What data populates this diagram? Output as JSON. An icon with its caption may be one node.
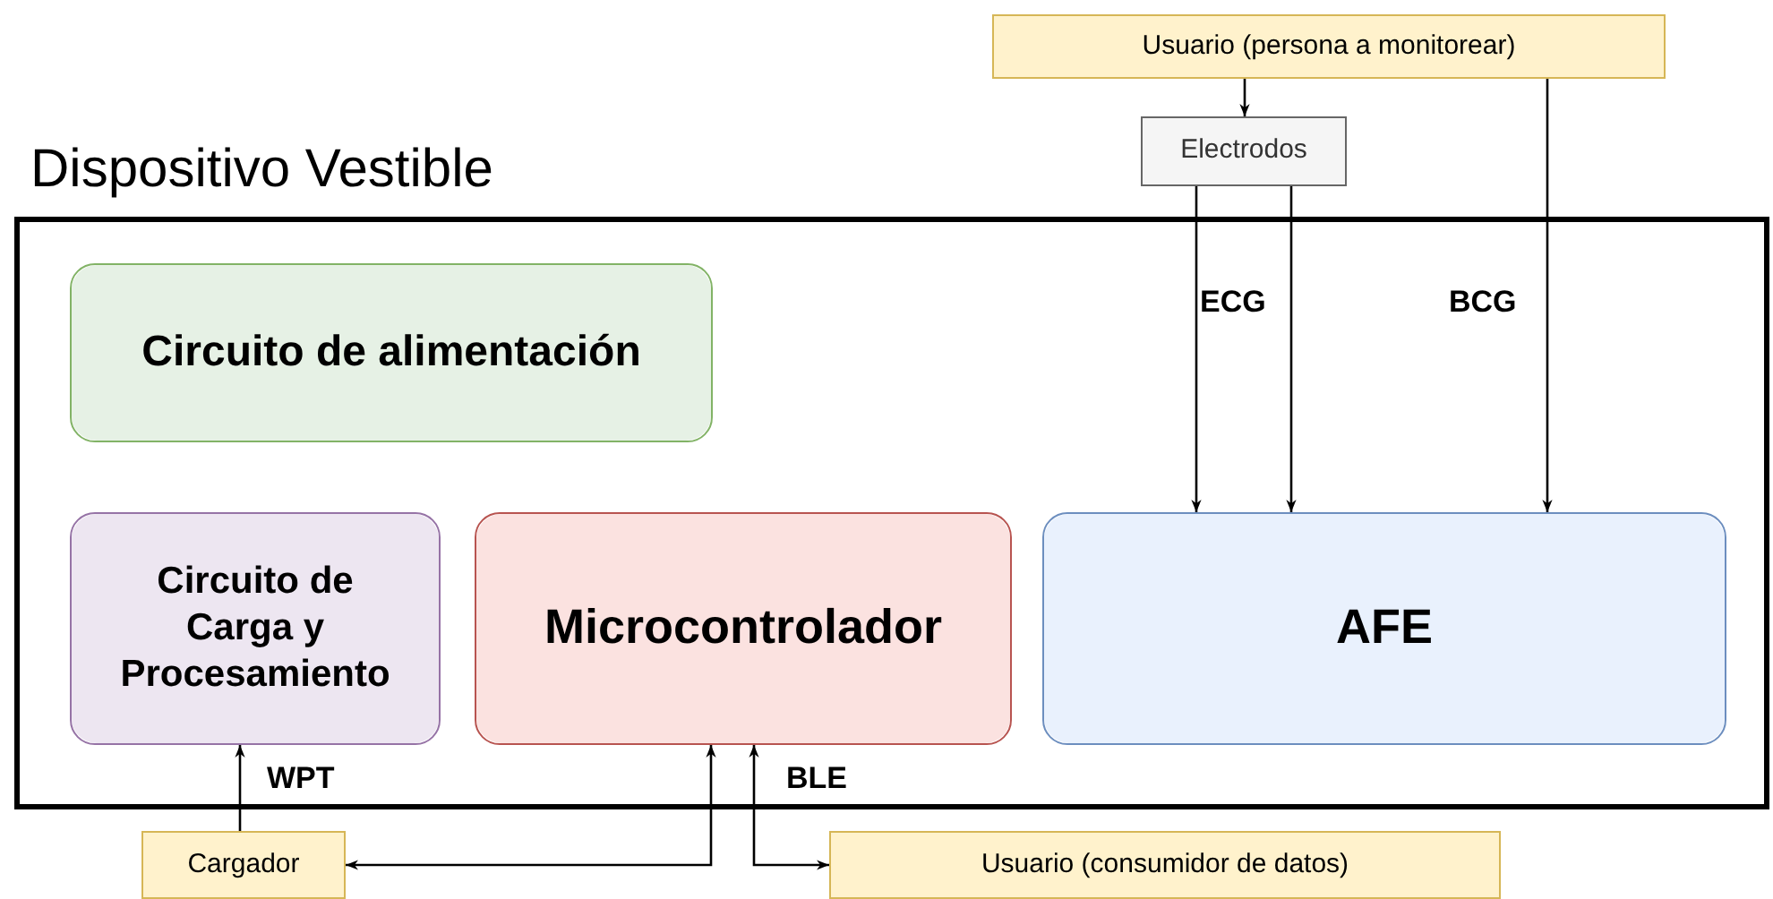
{
  "diagram": {
    "nodes": [
      {
        "text": [
          "Usuario (persona a monitorear)"
        ]
      },
      {
        "text": [
          "Electrodos"
        ]
      },
      {
        "text": [
          "Dispositivo Vestible"
        ]
      },
      {
        "text": [
          "Circuito de alimentación"
        ],
        "in": 2
      },
      {
        "text": [
          "Circuito de Carga y Procesamiento"
        ],
        "in": 2
      },
      {
        "text": [
          "Microcontrolador"
        ],
        "in": 2
      },
      {
        "text": [
          "AFE"
        ],
        "in": 2
      },
      {
        "text": [
          "Cargador"
        ]
      },
      {
        "text": [
          "Usuario (consumidor de datos)"
        ]
      }
    ],
    "edges": [
      {
        "from": 0,
        "to": 1,
        "arrow": "to"
      },
      {
        "from": 1,
        "to": 6,
        "arrow": "to",
        "label": "ECG"
      },
      {
        "from": 1,
        "to": 6,
        "arrow": "to"
      },
      {
        "from": 0,
        "to": 6,
        "arrow": "to",
        "label": "BCG"
      },
      {
        "from": 7,
        "to": 4,
        "arrow": "to",
        "label": "WPT"
      },
      {
        "from": 7,
        "to": 5,
        "arrow": "both"
      },
      {
        "from": 5,
        "to": 8,
        "arrow": "both",
        "label": "BLE"
      }
    ]
  }
}
